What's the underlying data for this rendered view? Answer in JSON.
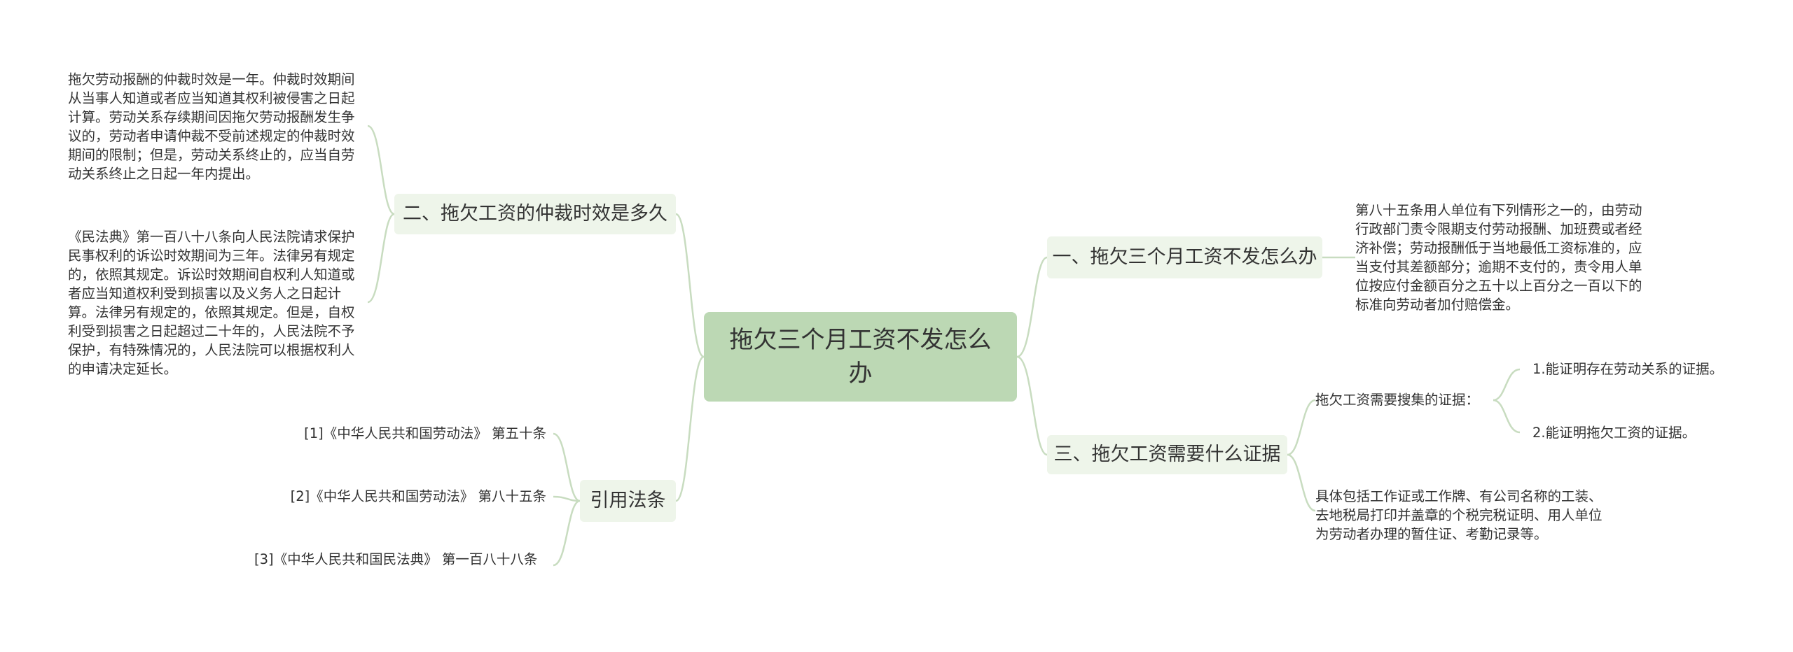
{
  "root": {
    "title": "拖欠三个月工资不发怎么办"
  },
  "branches": {
    "b1": {
      "label": "一、拖欠三个月工资不发怎么办"
    },
    "b2": {
      "label": "二、拖欠工资的仲裁时效是多久"
    },
    "b3": {
      "label": "三、拖欠工资需要什么证据"
    },
    "b4": {
      "label": "引用法条"
    }
  },
  "leaves": {
    "b1_text": "第八十五条用人单位有下列情形之一的，由劳动行政部门责令限期支付劳动报酬、加班费或者经济补偿；劳动报酬低于当地最低工资标准的，应当支付其差额部分；逾期不支付的，责令用人单位按应付金额百分之五十以上百分之一百以下的标准向劳动者加付赔偿金。",
    "b2_text1": "拖欠劳动报酬的仲裁时效是一年。仲裁时效期间从当事人知道或者应当知道其权利被侵害之日起计算。劳动关系存续期间因拖欠劳动报酬发生争议的，劳动者申请仲裁不受前述规定的仲裁时效期间的限制；但是，劳动关系终止的，应当自劳动关系终止之日起一年内提出。",
    "b2_text2": "《民法典》第一百八十八条向人民法院请求保护民事权利的诉讼时效期间为三年。法律另有规定的，依照其规定。诉讼时效期间自权利人知道或者应当知道权利受到损害以及义务人之日起计算。法律另有规定的，依照其规定。但是，自权利受到损害之日起超过二十年的，人民法院不予保护，有特殊情况的，人民法院可以根据权利人的申请决定延长。",
    "b3_evidence": "拖欠工资需要搜集的证据：",
    "b3_evidence_1": "1.能证明存在劳动关系的证据。",
    "b3_evidence_2": "2.能证明拖欠工资的证据。",
    "b3_detail": "具体包括工作证或工作牌、有公司名称的工装、去地税局打印并盖章的个税完税证明、用人单位为劳动者办理的暂住证、考勤记录等。",
    "b4_ref1": "[1]《中华人民共和国劳动法》 第五十条",
    "b4_ref2": "[2]《中华人民共和国劳动法》 第八十五条",
    "b4_ref3": "[3]《中华人民共和国民法典》 第一百八十八条"
  }
}
